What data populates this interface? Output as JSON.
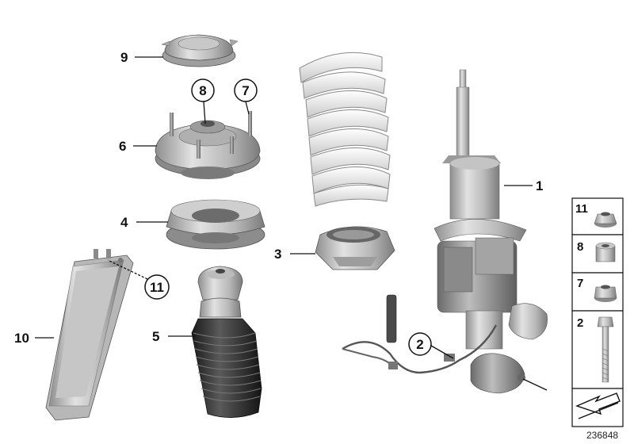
{
  "callouts": [
    {
      "id": "1",
      "text": "1"
    },
    {
      "id": "2",
      "text": "2"
    },
    {
      "id": "3",
      "text": "3"
    },
    {
      "id": "4",
      "text": "4"
    },
    {
      "id": "5",
      "text": "5"
    },
    {
      "id": "6",
      "text": "6"
    },
    {
      "id": "7",
      "text": "7"
    },
    {
      "id": "8",
      "text": "8"
    },
    {
      "id": "9",
      "text": "9"
    },
    {
      "id": "10",
      "text": "10"
    },
    {
      "id": "11",
      "text": "11"
    }
  ],
  "legend": {
    "items": [
      {
        "text": "11",
        "icon": "flange-nut-icon"
      },
      {
        "text": "8",
        "icon": "collar-nut-icon"
      },
      {
        "text": "7",
        "icon": "hex-nut-icon"
      },
      {
        "text": "2",
        "icon": "bolt-icon"
      }
    ],
    "footer_icon": "arrow-icon"
  },
  "doc_id": "236848",
  "colors": {
    "metal_light": "#d4d4d4",
    "metal_dark": "#9a9a9a",
    "rubber": "#2a2a2a",
    "spring": "#f0f0f0"
  }
}
